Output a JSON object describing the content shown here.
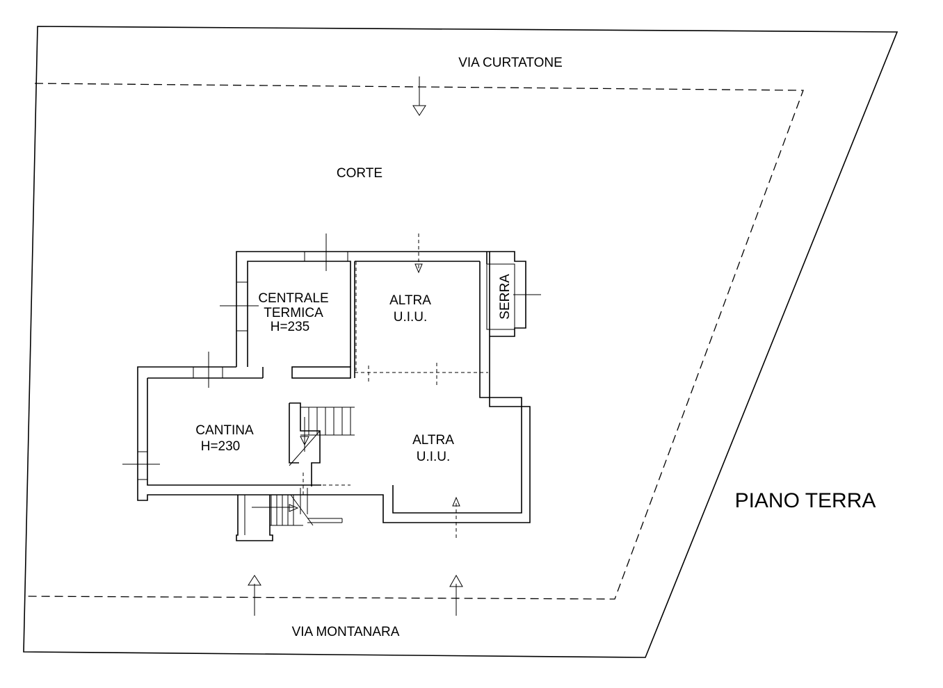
{
  "title": "PIANO TERRA",
  "streets": {
    "north": "VIA CURTATONE",
    "south": "VIA MONTANARA"
  },
  "areas": {
    "courtyard": "CORTE",
    "centrale_line1": "CENTRALE",
    "centrale_line2": "TERMICA",
    "centrale_height": "H=235",
    "altra_top_line1": "ALTRA",
    "altra_top_line2": "U.I.U.",
    "serra": "SERRA",
    "cantina_line1": "CANTINA",
    "cantina_height": "H=230",
    "altra_bottom_line1": "ALTRA",
    "altra_bottom_line2": "U.I.U."
  },
  "colors": {
    "ink": "#000000",
    "paper": "#ffffff"
  }
}
